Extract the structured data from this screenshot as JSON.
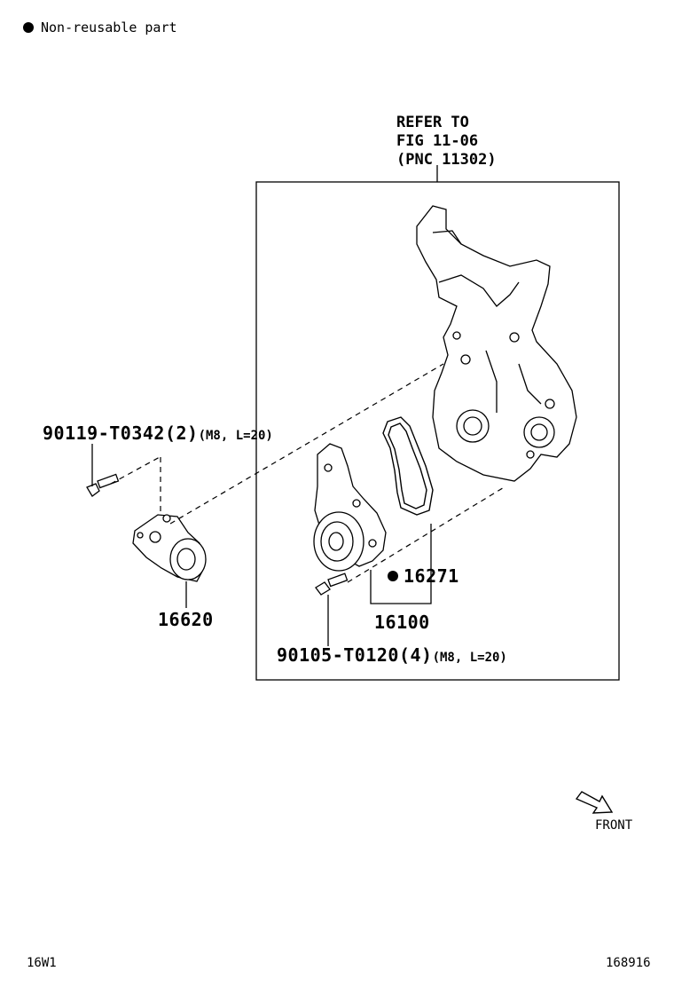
{
  "legend": {
    "label": "Non-reusable part"
  },
  "refer": {
    "line1": "REFER TO",
    "line2": "FIG 11-06",
    "line3": "(PNC 11302)"
  },
  "parts": {
    "bolt_upper": {
      "number": "90119-T0342",
      "qty": "(2)",
      "spec": "(M8, L=20)"
    },
    "tensioner": {
      "number": "16620"
    },
    "gasket": {
      "number": "16271"
    },
    "pump": {
      "number": "16100"
    },
    "bolt_lower": {
      "number": "90105-T0120",
      "qty": "(4)",
      "spec": "(M8, L=20)"
    }
  },
  "direction": {
    "label": "FRONT"
  },
  "footer": {
    "left": "16W1",
    "right": "168916"
  }
}
